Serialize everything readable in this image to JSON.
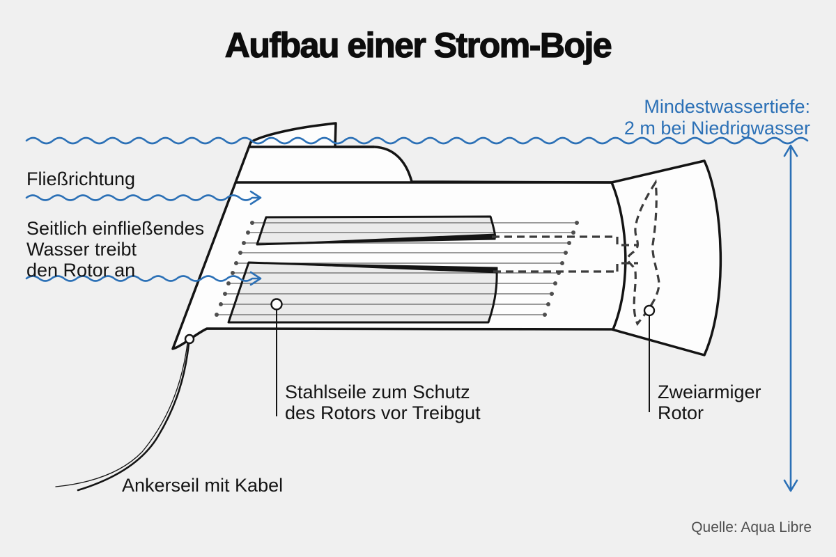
{
  "title": "Aufbau einer Strom-Boje",
  "water": {
    "min_depth_label": [
      "Mindestwassertiefe:",
      "2 m bei Niedrigwasser"
    ]
  },
  "labels": {
    "flow_direction": "Fließrichtung",
    "side_inflow": [
      "Seitlich einfließendes",
      "Wasser treibt",
      "den Rotor an"
    ],
    "steel_cables": [
      "Stahlseile zum Schutz",
      "des Rotors vor Treibgut"
    ],
    "rotor": [
      "Zweiarmiger",
      "Rotor"
    ],
    "anchor_rope": "Ankerseil mit Kabel",
    "source": "Quelle: Aqua Libre"
  },
  "colors": {
    "background": "#f0f0f0",
    "accent_blue": "#2b70b6",
    "ink": "#141414",
    "cable_gray": "#7b7b7b",
    "dash_gray": "#3c3c3c",
    "source_gray": "#4f4f4f"
  }
}
